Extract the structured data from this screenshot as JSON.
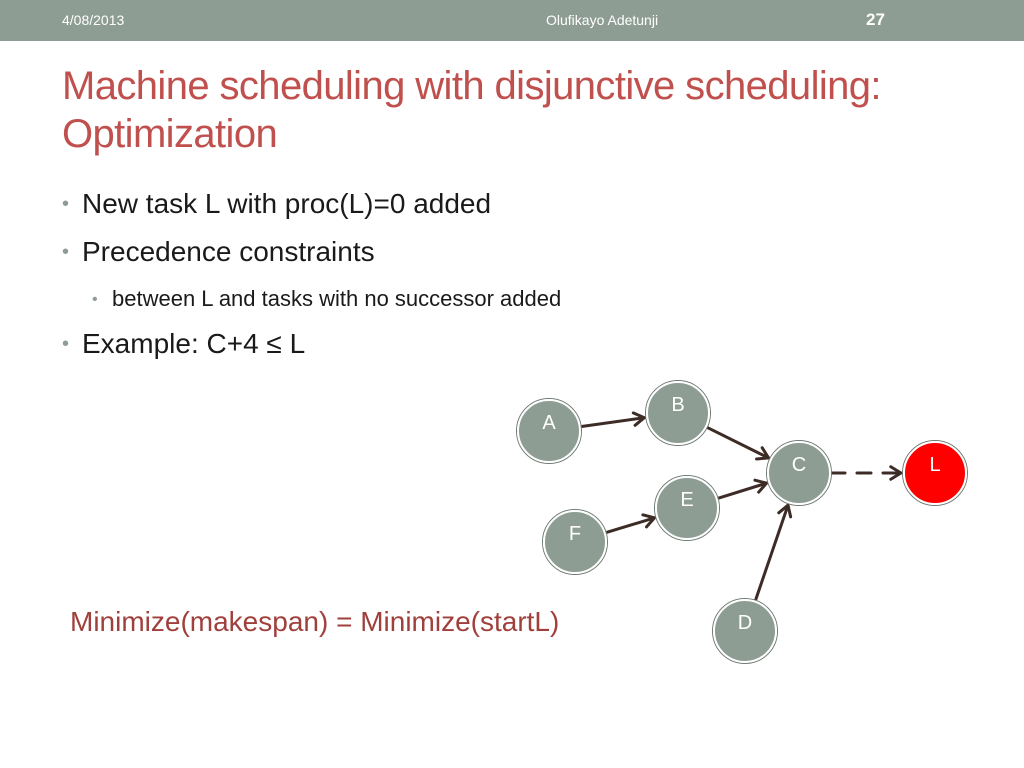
{
  "header": {
    "date": "4/08/2013",
    "author": "Olufikayo Adetunji",
    "page": "27"
  },
  "title": {
    "line1": "Machine scheduling with disjunctive scheduling:",
    "line2": "Optimization"
  },
  "bullets": [
    {
      "text": "New task L with proc(L)=0 added"
    },
    {
      "text": "Precedence constraints"
    },
    {
      "text": "between L and tasks with no successor added"
    },
    {
      "text": "Example: C+4 ≤ L"
    }
  ],
  "formula": "Minimize(makespan) = Minimize(startL)",
  "graph": {
    "nodes": [
      {
        "id": "A",
        "label": "A",
        "highlight": false
      },
      {
        "id": "B",
        "label": "B",
        "highlight": false
      },
      {
        "id": "C",
        "label": "C",
        "highlight": false
      },
      {
        "id": "E",
        "label": "E",
        "highlight": false
      },
      {
        "id": "F",
        "label": "F",
        "highlight": false
      },
      {
        "id": "D",
        "label": "D",
        "highlight": false
      },
      {
        "id": "L",
        "label": "L",
        "highlight": true
      }
    ],
    "edges": [
      {
        "from": "A",
        "to": "B",
        "style": "solid"
      },
      {
        "from": "B",
        "to": "C",
        "style": "solid"
      },
      {
        "from": "F",
        "to": "E",
        "style": "solid"
      },
      {
        "from": "E",
        "to": "C",
        "style": "solid"
      },
      {
        "from": "D",
        "to": "C",
        "style": "solid"
      },
      {
        "from": "C",
        "to": "L",
        "style": "dashed"
      }
    ],
    "colors": {
      "node_fill": "#8e9d94",
      "node_stroke": "#ffffff",
      "highlight_fill": "#ff0000",
      "edge": "#3d2b26",
      "label": "#ffffff"
    }
  }
}
